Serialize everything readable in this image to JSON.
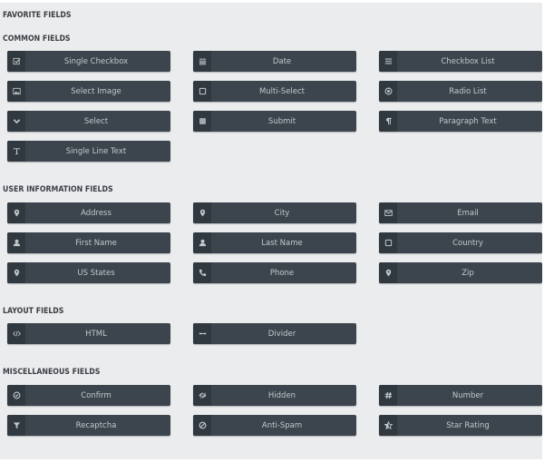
{
  "sections": {
    "favorite": {
      "title": "FAVORITE FIELDS"
    },
    "common": {
      "title": "COMMON FIELDS",
      "fields": [
        {
          "label": "Single Checkbox",
          "icon": "checkbox-checked-icon"
        },
        {
          "label": "Date",
          "icon": "calendar-icon"
        },
        {
          "label": "Checkbox List",
          "icon": "list-icon"
        },
        {
          "label": "Select Image",
          "icon": "image-icon"
        },
        {
          "label": "Multi-Select",
          "icon": "square-outline-icon"
        },
        {
          "label": "Radio List",
          "icon": "radio-icon"
        },
        {
          "label": "Select",
          "icon": "chevron-down-icon"
        },
        {
          "label": "Submit",
          "icon": "square-filled-icon"
        },
        {
          "label": "Paragraph Text",
          "icon": "paragraph-icon"
        },
        {
          "label": "Single Line Text",
          "icon": "text-cursor-icon"
        }
      ]
    },
    "user_info": {
      "title": "USER INFORMATION FIELDS",
      "fields": [
        {
          "label": "Address",
          "icon": "map-marker-icon"
        },
        {
          "label": "City",
          "icon": "map-marker-icon"
        },
        {
          "label": "Email",
          "icon": "envelope-icon"
        },
        {
          "label": "First Name",
          "icon": "user-icon"
        },
        {
          "label": "Last Name",
          "icon": "user-icon"
        },
        {
          "label": "Country",
          "icon": "square-outline-icon"
        },
        {
          "label": "US States",
          "icon": "map-marker-icon"
        },
        {
          "label": "Phone",
          "icon": "phone-icon"
        },
        {
          "label": "Zip",
          "icon": "map-marker-icon"
        }
      ]
    },
    "layout": {
      "title": "LAYOUT FIELDS",
      "fields": [
        {
          "label": "HTML",
          "icon": "code-icon"
        },
        {
          "label": "Divider",
          "icon": "horizontal-arrows-icon"
        }
      ]
    },
    "misc": {
      "title": "MISCELLANEOUS FIELDS",
      "fields": [
        {
          "label": "Confirm",
          "icon": "check-circle-icon"
        },
        {
          "label": "Hidden",
          "icon": "eye-slash-icon"
        },
        {
          "label": "Number",
          "icon": "hashtag-icon"
        },
        {
          "label": "Recaptcha",
          "icon": "filter-icon"
        },
        {
          "label": "Anti-Spam",
          "icon": "ban-icon"
        },
        {
          "label": "Star Rating",
          "icon": "star-half-icon"
        }
      ]
    }
  },
  "colors": {
    "panel_bg": "#ebecee",
    "button_bg": "#3c454d",
    "icon_bg": "#313940",
    "button_text": "#c3c8cd",
    "heading_text": "#3a3f44"
  }
}
